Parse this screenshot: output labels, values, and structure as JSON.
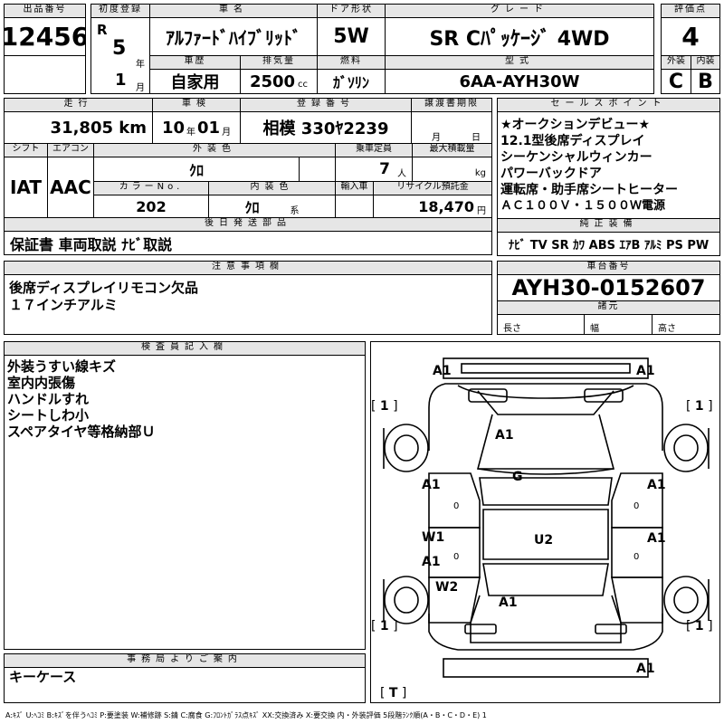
{
  "header": {
    "lot_no_label": "出品番号",
    "lot_no": "12456",
    "first_reg_label": "初度登録",
    "era": "R",
    "year": "5",
    "year_unit": "年",
    "month": "1",
    "month_unit": "月",
    "car_name_label": "車名",
    "car_name": "ｱﾙﾌｧｰﾄﾞﾊｲﾌﾞﾘｯﾄﾞ",
    "door_label": "ドア形状",
    "door": "5W",
    "grade_label": "グレード",
    "grade": "SR Cﾊﾟｯｹｰｼﾞ 4WD",
    "score_label": "評価点",
    "score": "4",
    "history_label": "車歴",
    "history": "自家用",
    "displacement_label": "排気量",
    "displacement": "2500",
    "displacement_unit": "cc",
    "fuel_label": "燃料",
    "fuel": "ｶﾞｿﾘﾝ",
    "model_label": "型式",
    "model": "6AA-AYH30W",
    "ext_label": "外装",
    "ext": "C",
    "int_label": "内装",
    "int": "B"
  },
  "info": {
    "mileage_label": "走行",
    "mileage": "31,805 km",
    "inspection_label": "車検",
    "insp_month": "10",
    "insp_year_unit": "年",
    "insp_day": "01",
    "insp_month_unit": "月",
    "plate_label": "登録番号",
    "plate": "相模 330ﾔ2239",
    "transfer_label": "譲渡書期限",
    "transfer_month_unit": "月",
    "transfer_day_unit": "日",
    "shift_label": "シフト",
    "shift": "IAT",
    "ac_label": "エアコン",
    "ac": "AAC",
    "ext_color_label": "外装色",
    "ext_color": "ｸﾛ",
    "capacity_label": "乗車定員",
    "capacity": "7",
    "capacity_unit": "人",
    "max_load_label": "最大積載量",
    "max_load_unit": "kg",
    "color_no_label": "カラーNo.",
    "color_no": "202",
    "int_color_label": "内装色",
    "int_color": "ｸﾛ",
    "int_color_unit": "系",
    "import_label": "輸入車",
    "recycle_label": "リサイクル預託金",
    "recycle": "18,470",
    "recycle_unit": "円",
    "later_parts_label": "後日発送部品",
    "later_parts": "保証書 車両取説 ﾅﾋﾞ取説"
  },
  "sales": {
    "label": "セールスポイント",
    "lines": [
      "★オークションデビュー★",
      "12.1型後席ディスプレイ",
      "シーケンシャルウィンカー",
      "パワーバックドア",
      "運転席・助手席シートヒーター",
      "ＡＣ１００Ｖ・１５００Ｗ電源"
    ]
  },
  "equipment": {
    "label": "純正装備",
    "items": "ﾅﾋﾞ TV SR ｶﾜ ABS ｴｱB ｱﾙﾐ PS PW"
  },
  "notes": {
    "label": "注意事項欄",
    "lines": [
      "後席ディスプレイリモコン欠品",
      "１７インチアルミ"
    ]
  },
  "chassis": {
    "label": "車台番号",
    "value": "AYH30-0152607",
    "dims_label": "諸元",
    "length_label": "長さ",
    "width_label": "幅",
    "height_label": "高さ"
  },
  "inspector": {
    "label": "検査員記入欄",
    "lines": [
      "外装うすい線キズ",
      "室内内張傷",
      "ハンドルすれ",
      "シートしわ小",
      "スペアタイヤ等格納部Ｕ"
    ]
  },
  "office": {
    "label": "事務局よりご案内",
    "text": "キーケース"
  },
  "diagram": {
    "marks": {
      "fl": "A1",
      "fr": "A1",
      "tl": "1",
      "tr": "1",
      "hood": "A1",
      "roof": "G",
      "ld": "A1",
      "rd": "A1",
      "w1": "W1",
      "ld2": "A1",
      "rd2": "A1",
      "u2": "U2",
      "w2": "W2",
      "trunk": "A1",
      "bl": "1",
      "br": "1",
      "rear": "A1",
      "t": "T",
      "z1": "0",
      "z2": "0",
      "z3": "0",
      "z4": "0"
    }
  },
  "legend": "A:ｷｽﾞ U:ﾍｺﾐ B:ｷｽﾞを伴うﾍｺﾐ P:要塗装 W:補修跡 S:錆 C:腐食 G:ﾌﾛﾝﾄｶﾞﾗｽ点ｷｽﾞ XX:交換済み X:要交換 内・外装評価 5段階ﾗﾝｸ順(A・B・C・D・E) 1"
}
